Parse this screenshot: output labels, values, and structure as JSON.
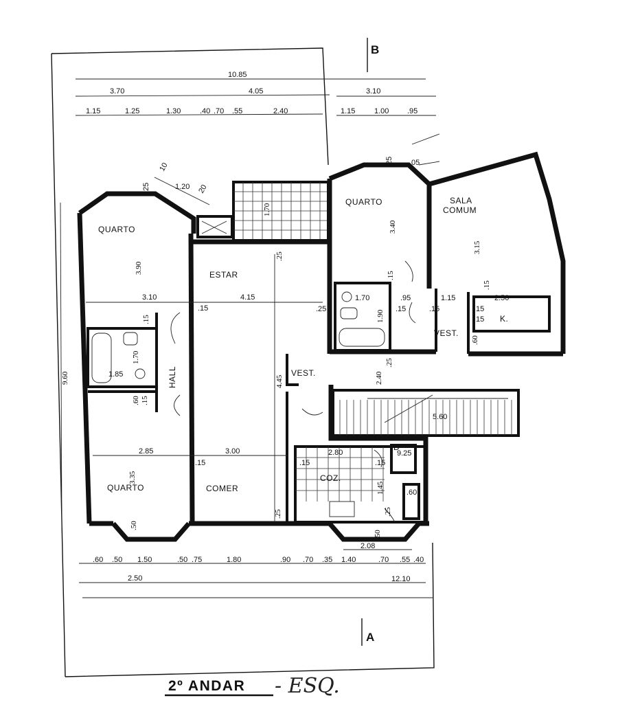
{
  "rooms": {
    "quarto_nw": "QUARTO",
    "estar": "ESTAR",
    "quarto_ne": "QUARTO",
    "sala_comum_1": "SALA",
    "sala_comum_2": "COMUM",
    "hall": "HALL",
    "vest_center": "VEST.",
    "vest_right": "VEST.",
    "quarto_sw": "QUARTO",
    "comer": "COMER",
    "coz": "COZ.",
    "k": "K.",
    "d": "D"
  },
  "section_markers": {
    "top": "B",
    "bottom": "A"
  },
  "title": {
    "floor": "2º ANDAR",
    "handwritten": "- ESQ."
  },
  "dimensions": {
    "top_total": "10.85",
    "top_left": "3.70",
    "top_mid": "4.05",
    "top_right": "3.10",
    "top_row3": [
      "1.15",
      "1.25",
      "1.30",
      ".40",
      ".70",
      ".55",
      "2.40",
      "1.15",
      "1.00",
      ".95"
    ],
    "window_nw": [
      "10",
      "1.20",
      "20",
      "25"
    ],
    "window_ne": [
      "25",
      ".05"
    ],
    "left_height": "9.60",
    "quarto_nw_width": "3.10",
    "quarto_nw_depth": "3.90",
    "estar_width": "4.15",
    "estar_small": [
      ".25",
      ".15",
      ".25"
    ],
    "patio_depth": "1.70",
    "quarto_ne_depth": "3.40",
    "sala_depth": "3.15",
    "bath_ne": [
      "1.70",
      ".95",
      ".15",
      "1.90",
      ".15",
      ".15",
      "1.15",
      ".15"
    ],
    "kitchenette_width": "2.50",
    "kitchenette_small": [
      ".15",
      ".60",
      ".15"
    ],
    "hall_length": "4.45",
    "bath_w_width": "1.85",
    "bath_w_small": [
      ".15",
      "1.70",
      ".60",
      ".15"
    ],
    "vest_small": [
      "2.40",
      ".25"
    ],
    "stair_length": "5.60",
    "quarto_sw_width": "2.85",
    "quarto_sw_depth": "3.35",
    "comer_width": "3.00",
    "comer_small": [
      ".15",
      ".25"
    ],
    "coz_width": "2.80",
    "coz_small": [
      "9.25",
      ".15",
      ".15",
      "1.45",
      ".25",
      ".60",
      ".50"
    ],
    "bay_sw": ".50",
    "bay_se_width": "2.08",
    "bottom_row1": [
      ".60",
      ".50",
      "1.50",
      ".50",
      ".75",
      "1.80",
      ".90",
      ".70",
      ".35",
      "1.40",
      ".70",
      ".55",
      ".40"
    ],
    "bottom_left": "2.50",
    "bottom_total": "12.10"
  }
}
